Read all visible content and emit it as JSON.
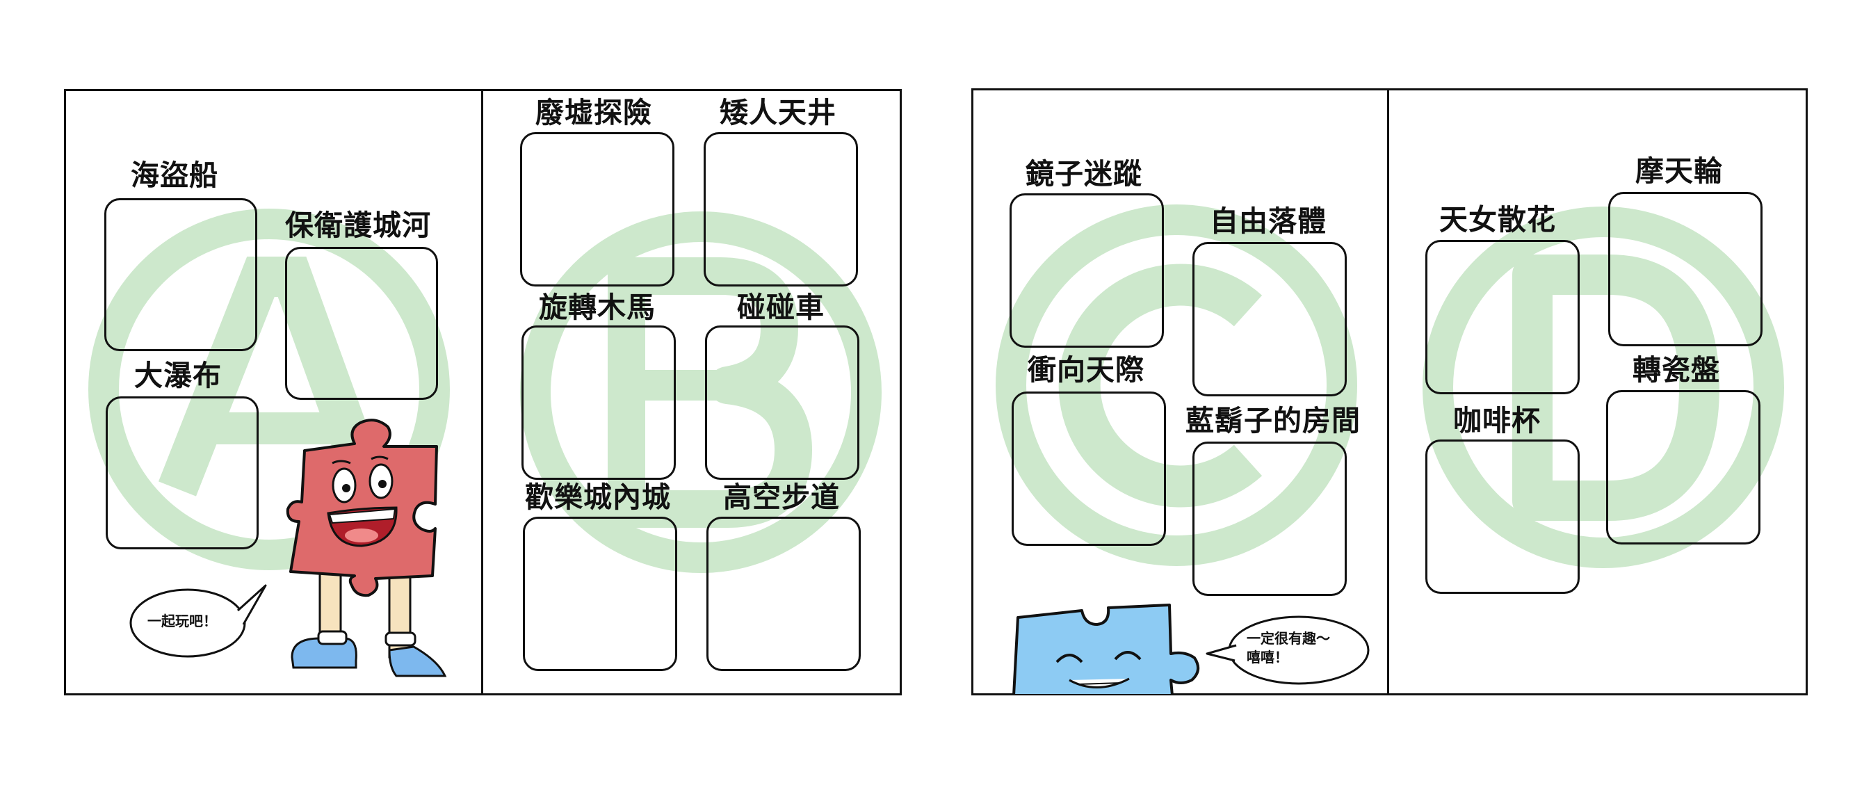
{
  "watermarks": [
    "A",
    "B",
    "C",
    "D"
  ],
  "colors": {
    "watermark": "#cde8cc",
    "line": "#111111",
    "red_mascot": "#de6a6b",
    "blue_mascot": "#8dcbf3",
    "shoe": "#7db8ee",
    "leg": "#f7e3be"
  },
  "panels": {
    "A": {
      "rides": [
        "海盜船",
        "保衛護城河",
        "大瀑布"
      ],
      "speech": "一起玩吧！"
    },
    "B": {
      "rides": [
        "廢墟探險",
        "矮人天井",
        "旋轉木馬",
        "碰碰車",
        "歡樂城內城",
        "高空步道"
      ]
    },
    "C": {
      "rides": [
        "鏡子迷蹤",
        "自由落體",
        "衝向天際",
        "藍鬍子的房間"
      ],
      "speech_line1": "一定很有趣～",
      "speech_line2": "嘻嘻！"
    },
    "D": {
      "rides": [
        "摩天輪",
        "天女散花",
        "轉瓷盤",
        "咖啡杯"
      ]
    }
  }
}
